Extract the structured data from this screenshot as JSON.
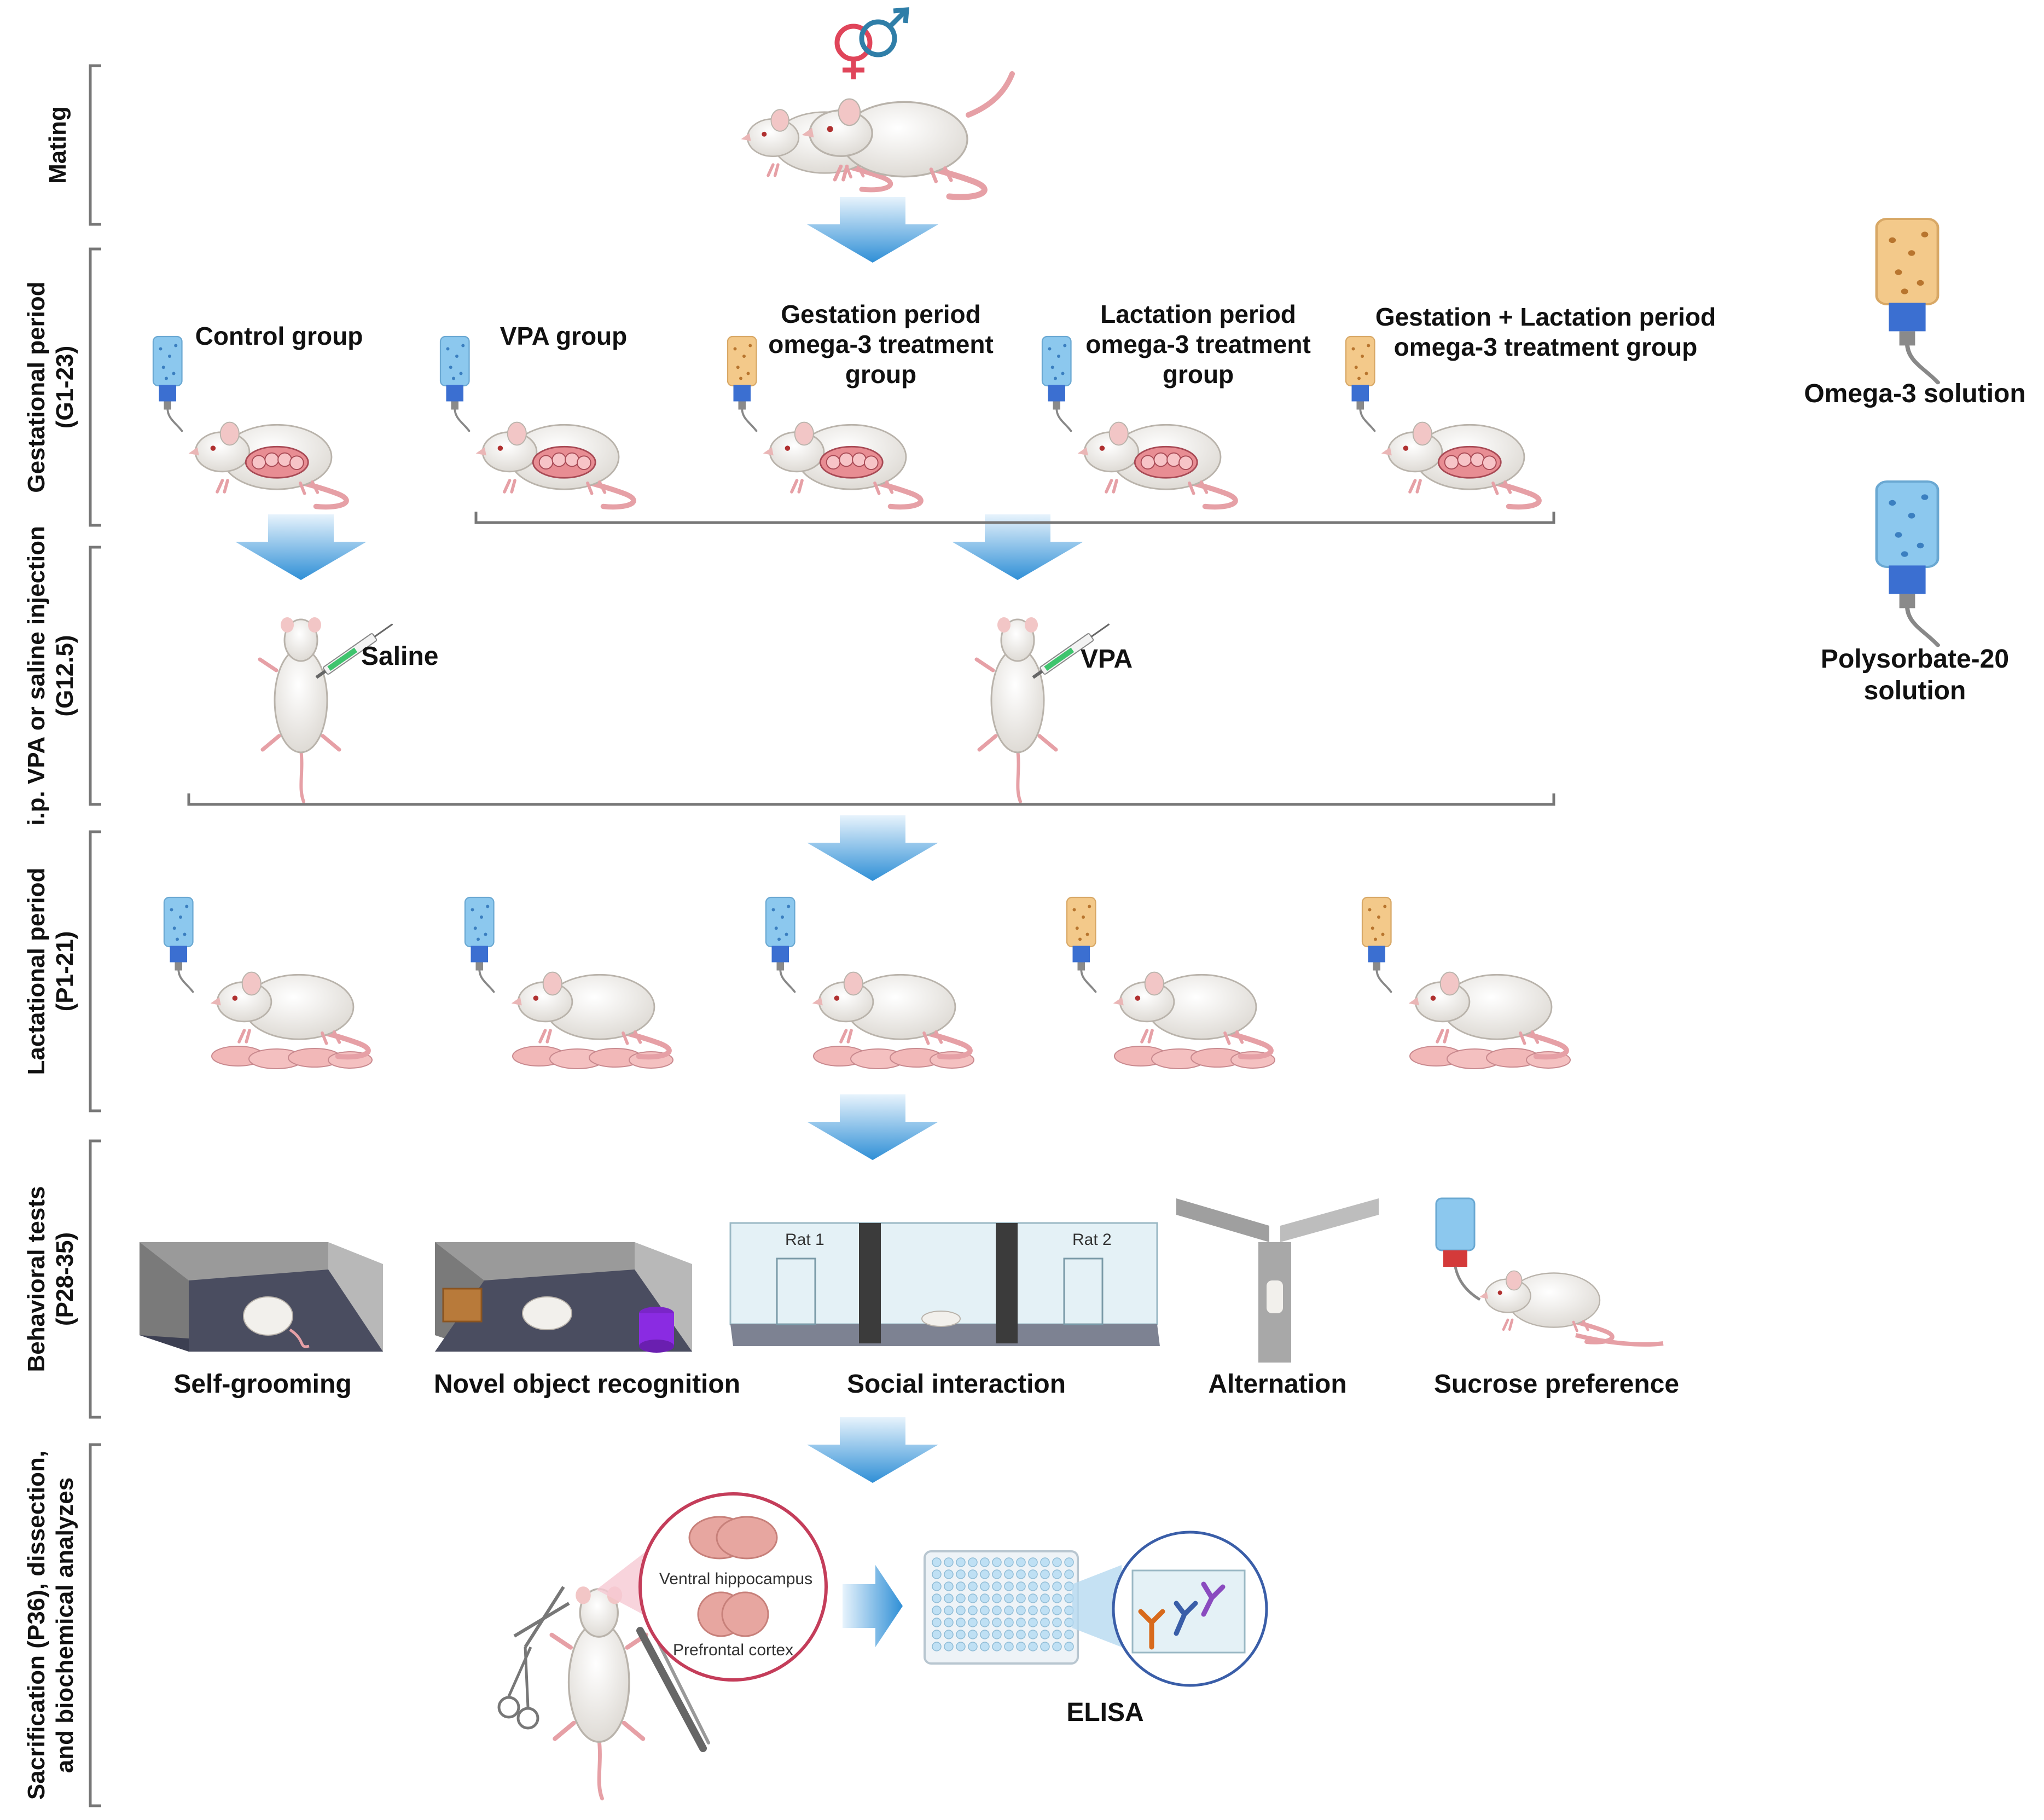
{
  "phases": [
    {
      "lines": [
        "Mating"
      ]
    },
    {
      "lines": [
        "Gestational period",
        "(G1-23)"
      ]
    },
    {
      "lines": [
        "i.p. VPA or saline injection",
        "(G12.5)"
      ]
    },
    {
      "lines": [
        "Lactational period",
        "(P1-21)"
      ]
    },
    {
      "lines": [
        "Behavioral tests",
        "(P28-35)"
      ]
    },
    {
      "lines": [
        "Sacrification (P36), dissection,",
        "and biochemical analyzes"
      ]
    }
  ],
  "groups": [
    {
      "lines": [
        "Control group"
      ],
      "bottle": "polysorbate"
    },
    {
      "lines": [
        "VPA group"
      ],
      "bottle": "polysorbate"
    },
    {
      "lines": [
        "Gestation period",
        "omega-3 treatment",
        "group"
      ],
      "bottle": "omega"
    },
    {
      "lines": [
        "Lactation period",
        "omega-3 treatment",
        "group"
      ],
      "bottle": "polysorbate"
    },
    {
      "lines": [
        "Gestation + Lactation period",
        "omega-3 treatment group"
      ],
      "bottle": "omega"
    }
  ],
  "injections": [
    "Saline",
    "VPA"
  ],
  "lactational_bottles": [
    "polysorbate",
    "polysorbate",
    "polysorbate",
    "omega",
    "omega"
  ],
  "legend": [
    {
      "lines": [
        "Omega-3 solution"
      ],
      "bottle": "omega"
    },
    {
      "lines": [
        "Polysorbate-20",
        "solution"
      ],
      "bottle": "polysorbate"
    }
  ],
  "tests": [
    "Self-grooming",
    "Novel object recognition",
    "Social interaction",
    "Alternation",
    "Sucrose preference"
  ],
  "social_labels": [
    "Rat 1",
    "Rat 2"
  ],
  "brain_regions": [
    "Ventral hippocampus",
    "Prefrontal cortex"
  ],
  "assay": "ELISA",
  "colors": {
    "arrow": "#2f8fd6",
    "polysorbate": "#8cc8ee",
    "omega": "#f3c98a",
    "cap": "#3b6fd1",
    "rat": "#ece9e4",
    "tail": "#e6a0a6",
    "symbol_female": "#e0455a",
    "symbol_male": "#2f7ea8"
  },
  "icons": [
    "female-male-symbol",
    "rat-icon",
    "water-bottle-icon",
    "syringe-icon",
    "arrow-down-icon",
    "bracket",
    "test-arena-icon",
    "brain-icon",
    "scissors-icon",
    "forceps-icon",
    "elisa-plate-icon",
    "antibody-icon"
  ]
}
